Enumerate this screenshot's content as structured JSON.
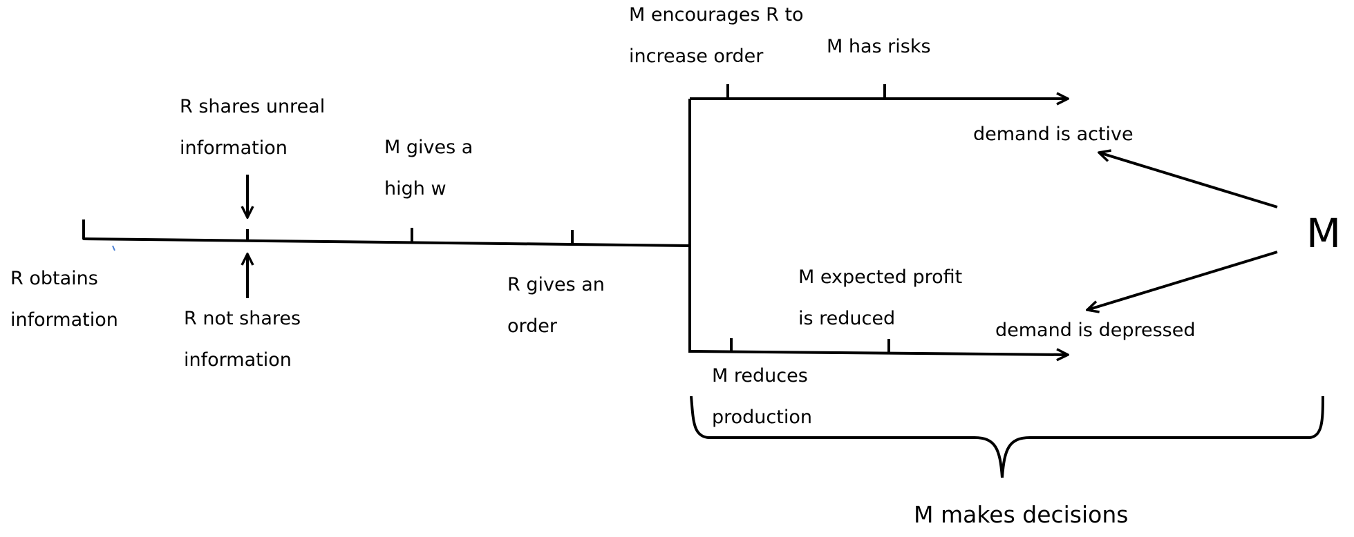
{
  "labels": {
    "r_obtains": [
      "R obtains",
      "information"
    ],
    "r_shares_unreal": [
      "R shares unreal",
      "information"
    ],
    "r_not_shares": [
      "R not shares",
      "information"
    ],
    "m_gives_high_w": [
      "M gives a",
      "high w"
    ],
    "r_gives_order": [
      "R gives an",
      "order"
    ],
    "m_encourages": [
      "M encourages R to",
      "increase order"
    ],
    "m_has_risks": "M has risks",
    "demand_active": "demand is active",
    "m_expected_profit": [
      "M expected profit",
      "is reduced"
    ],
    "demand_depressed": "demand is depressed",
    "m_reduces": [
      "M reduces",
      "production"
    ],
    "m_actor": "M",
    "m_makes_decisions": "M makes decisions"
  }
}
